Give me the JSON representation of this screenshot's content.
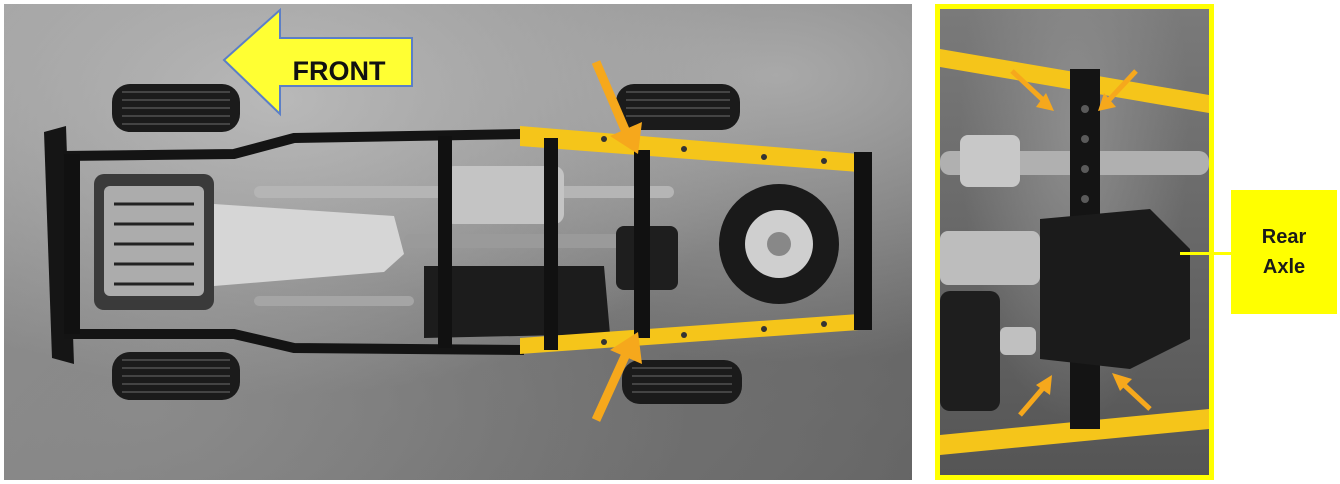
{
  "front_arrow": {
    "label": "FRONT",
    "fill": "#ffff33",
    "stroke": "#5b7fc7"
  },
  "callout": {
    "line1": "Rear",
    "line2": "Axle",
    "fill": "#ffff00"
  },
  "colors": {
    "frame_highlight": "#f5c51a",
    "pointer_arrows": "#f6a81c",
    "detail_border": "#ffff00"
  }
}
